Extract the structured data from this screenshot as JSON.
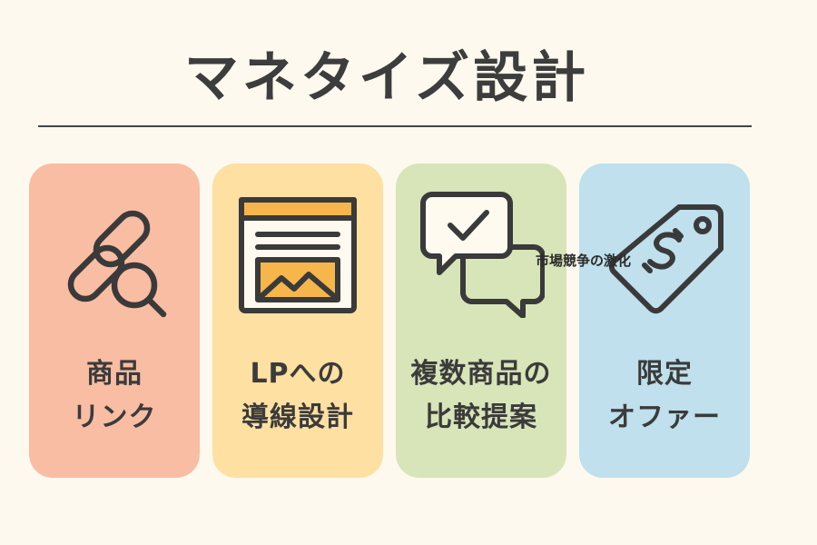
{
  "title": "マネタイズ設計",
  "overlay_text": "市場競争の激化",
  "cards": [
    {
      "line1": "商品",
      "line2": "リンク",
      "icon": "chain-link-magnifier-icon",
      "color": "#f9bda3"
    },
    {
      "line1": "LPへの",
      "line2": "導線設計",
      "icon": "landing-page-icon",
      "color": "#fde0a2"
    },
    {
      "line1": "複数商品の",
      "line2": "比較提案",
      "icon": "chat-bubbles-check-icon",
      "color": "#d7e5b8"
    },
    {
      "line1": "限定",
      "line2": "オファー",
      "icon": "price-tag-dollar-icon",
      "color": "#bfe0ec"
    }
  ]
}
